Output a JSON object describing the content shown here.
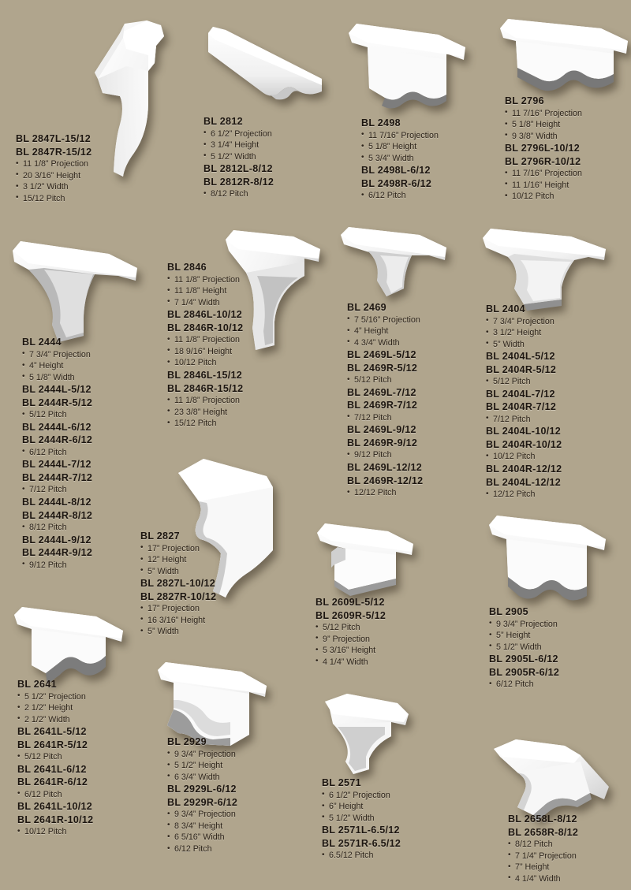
{
  "page": {
    "background_color": "#b0a58d",
    "text_color": "#231a12",
    "title": "Moulded Brackets Catalog Page"
  },
  "products": [
    {
      "id": "bl-2847",
      "lines": [
        {
          "type": "model",
          "text": "BL 2847L-15/12"
        },
        {
          "type": "model",
          "text": "BL 2847R-15/12"
        },
        {
          "type": "spec",
          "text": "11 1/8” Projection"
        },
        {
          "type": "spec",
          "text": "20 3/16” Height"
        },
        {
          "type": "spec",
          "text": "3 1/2” Width"
        },
        {
          "type": "spec",
          "text": "15/12 Pitch"
        }
      ]
    },
    {
      "id": "bl-2812",
      "lines": [
        {
          "type": "model",
          "text": "BL 2812"
        },
        {
          "type": "spec",
          "text": "6 1/2” Projection"
        },
        {
          "type": "spec",
          "text": "3 1/4” Height"
        },
        {
          "type": "spec",
          "text": "5 1/2” Width"
        },
        {
          "type": "model",
          "text": "BL 2812L-8/12"
        },
        {
          "type": "model",
          "text": "BL 2812R-8/12"
        },
        {
          "type": "spec",
          "text": "8/12 Pitch"
        }
      ]
    },
    {
      "id": "bl-2498",
      "lines": [
        {
          "type": "model",
          "text": "BL 2498"
        },
        {
          "type": "spec",
          "text": "11 7/16” Projection"
        },
        {
          "type": "spec",
          "text": "5 1/8” Height"
        },
        {
          "type": "spec",
          "text": "5 3/4” Width"
        },
        {
          "type": "model",
          "text": "BL 2498L-6/12"
        },
        {
          "type": "model",
          "text": "BL 2498R-6/12"
        },
        {
          "type": "spec",
          "text": "6/12 Pitch"
        }
      ]
    },
    {
      "id": "bl-2796",
      "lines": [
        {
          "type": "model",
          "text": "BL 2796"
        },
        {
          "type": "spec",
          "text": "11 7/16” Projection"
        },
        {
          "type": "spec",
          "text": "5 1/8” Height"
        },
        {
          "type": "spec",
          "text": "9 3/8” Width"
        },
        {
          "type": "model",
          "text": "BL 2796L-10/12"
        },
        {
          "type": "model",
          "text": "BL 2796R-10/12"
        },
        {
          "type": "spec",
          "text": "11 7/16” Projection"
        },
        {
          "type": "spec",
          "text": "11 1/16” Height"
        },
        {
          "type": "spec",
          "text": "10/12 Pitch"
        }
      ]
    },
    {
      "id": "bl-2444",
      "lines": [
        {
          "type": "model",
          "text": "BL 2444"
        },
        {
          "type": "spec",
          "text": "7 3/4” Projection"
        },
        {
          "type": "spec",
          "text": "4” Height"
        },
        {
          "type": "spec",
          "text": "5 1/8” Width"
        },
        {
          "type": "model",
          "text": "BL 2444L-5/12"
        },
        {
          "type": "model",
          "text": "BL 2444R-5/12"
        },
        {
          "type": "spec",
          "text": "5/12 Pitch"
        },
        {
          "type": "model",
          "text": "BL 2444L-6/12"
        },
        {
          "type": "model",
          "text": "BL 2444R-6/12"
        },
        {
          "type": "spec",
          "text": "6/12 Pitch"
        },
        {
          "type": "model",
          "text": "BL 2444L-7/12"
        },
        {
          "type": "model",
          "text": "BL 2444R-7/12"
        },
        {
          "type": "spec",
          "text": "7/12 Pitch"
        },
        {
          "type": "model",
          "text": "BL 2444L-8/12"
        },
        {
          "type": "model",
          "text": "BL 2444R-8/12"
        },
        {
          "type": "spec",
          "text": "8/12 Pitch"
        },
        {
          "type": "model",
          "text": "BL 2444L-9/12"
        },
        {
          "type": "model",
          "text": "BL 2444R-9/12"
        },
        {
          "type": "spec",
          "text": "9/12 Pitch"
        }
      ]
    },
    {
      "id": "bl-2846",
      "lines": [
        {
          "type": "model",
          "text": "BL 2846"
        },
        {
          "type": "spec",
          "text": "11 1/8” Projection"
        },
        {
          "type": "spec",
          "text": "11 1/8” Height"
        },
        {
          "type": "spec",
          "text": "7 1/4” Width"
        },
        {
          "type": "model",
          "text": "BL 2846L-10/12"
        },
        {
          "type": "model",
          "text": "BL 2846R-10/12"
        },
        {
          "type": "spec",
          "text": "11 1/8” Projection"
        },
        {
          "type": "spec",
          "text": "18 9/16” Height"
        },
        {
          "type": "spec",
          "text": "10/12 Pitch"
        },
        {
          "type": "model",
          "text": "BL 2846L-15/12"
        },
        {
          "type": "model",
          "text": "BL 2846R-15/12"
        },
        {
          "type": "spec",
          "text": "11 1/8” Projection"
        },
        {
          "type": "spec",
          "text": "23 3/8” Height"
        },
        {
          "type": "spec",
          "text": "15/12 Pitch"
        }
      ]
    },
    {
      "id": "bl-2469",
      "lines": [
        {
          "type": "model",
          "text": "BL 2469"
        },
        {
          "type": "spec",
          "text": "7 5/16” Projection"
        },
        {
          "type": "spec",
          "text": "4” Height"
        },
        {
          "type": "spec",
          "text": "4 3/4” Width"
        },
        {
          "type": "model",
          "text": "BL 2469L-5/12"
        },
        {
          "type": "model",
          "text": "BL 2469R-5/12"
        },
        {
          "type": "spec",
          "text": "5/12 Pitch"
        },
        {
          "type": "model",
          "text": "BL 2469L-7/12"
        },
        {
          "type": "model",
          "text": "BL 2469R-7/12"
        },
        {
          "type": "spec",
          "text": "7/12 Pitch"
        },
        {
          "type": "model",
          "text": "BL 2469L-9/12"
        },
        {
          "type": "model",
          "text": "BL 2469R-9/12"
        },
        {
          "type": "spec",
          "text": "9/12 Pitch"
        },
        {
          "type": "model",
          "text": "BL 2469L-12/12"
        },
        {
          "type": "model",
          "text": "BL 2469R-12/12"
        },
        {
          "type": "spec",
          "text": "12/12 Pitch"
        }
      ]
    },
    {
      "id": "bl-2404",
      "lines": [
        {
          "type": "model",
          "text": "BL 2404"
        },
        {
          "type": "spec",
          "text": "7 3/4” Projection"
        },
        {
          "type": "spec",
          "text": "3 1/2” Height"
        },
        {
          "type": "spec",
          "text": "5” Width"
        },
        {
          "type": "model",
          "text": "BL 2404L-5/12"
        },
        {
          "type": "model",
          "text": "BL 2404R-5/12"
        },
        {
          "type": "spec",
          "text": "5/12 Pitch"
        },
        {
          "type": "model",
          "text": "BL 2404L-7/12"
        },
        {
          "type": "model",
          "text": "BL 2404R-7/12"
        },
        {
          "type": "spec",
          "text": "7/12 Pitch"
        },
        {
          "type": "model",
          "text": "BL 2404L-10/12"
        },
        {
          "type": "model",
          "text": "BL 2404R-10/12"
        },
        {
          "type": "spec",
          "text": "10/12 Pitch"
        },
        {
          "type": "model",
          "text": "BL 2404R-12/12"
        },
        {
          "type": "model",
          "text": "BL 2404L-12/12"
        },
        {
          "type": "spec",
          "text": "12/12 Pitch"
        }
      ]
    },
    {
      "id": "bl-2827",
      "lines": [
        {
          "type": "model",
          "text": "BL 2827"
        },
        {
          "type": "spec",
          "text": "17” Projection"
        },
        {
          "type": "spec",
          "text": "12” Height"
        },
        {
          "type": "spec",
          "text": "5” Width"
        },
        {
          "type": "model",
          "text": "BL 2827L-10/12"
        },
        {
          "type": "model",
          "text": "BL 2827R-10/12"
        },
        {
          "type": "spec",
          "text": "17” Projection"
        },
        {
          "type": "spec",
          "text": "16 3/16” Height"
        },
        {
          "type": "spec",
          "text": "5” Width"
        }
      ]
    },
    {
      "id": "bl-2609",
      "lines": [
        {
          "type": "model",
          "text": "BL 2609L-5/12"
        },
        {
          "type": "model",
          "text": "BL 2609R-5/12"
        },
        {
          "type": "spec",
          "text": "5/12 Pitch"
        },
        {
          "type": "spec",
          "text": "9” Projection"
        },
        {
          "type": "spec",
          "text": "5 3/16” Height"
        },
        {
          "type": "spec",
          "text": "4 1/4” Width"
        }
      ]
    },
    {
      "id": "bl-2905",
      "lines": [
        {
          "type": "model",
          "text": "BL 2905"
        },
        {
          "type": "spec",
          "text": "9 3/4” Projection"
        },
        {
          "type": "spec",
          "text": "5” Height"
        },
        {
          "type": "spec",
          "text": "5 1/2” Width"
        },
        {
          "type": "model",
          "text": "BL 2905L-6/12"
        },
        {
          "type": "model",
          "text": "BL 2905R-6/12"
        },
        {
          "type": "spec",
          "text": "6/12 Pitch"
        }
      ]
    },
    {
      "id": "bl-2641",
      "lines": [
        {
          "type": "model",
          "text": "BL 2641"
        },
        {
          "type": "spec",
          "text": "5 1/2” Projection"
        },
        {
          "type": "spec",
          "text": "2 1/2” Height"
        },
        {
          "type": "spec",
          "text": "2 1/2” Width"
        },
        {
          "type": "model",
          "text": "BL 2641L-5/12"
        },
        {
          "type": "model",
          "text": "BL 2641R-5/12"
        },
        {
          "type": "spec",
          "text": "5/12 Pitch"
        },
        {
          "type": "model",
          "text": "BL 2641L-6/12"
        },
        {
          "type": "model",
          "text": "BL 2641R-6/12"
        },
        {
          "type": "spec",
          "text": "6/12 Pitch"
        },
        {
          "type": "model",
          "text": "BL 2641L-10/12"
        },
        {
          "type": "model",
          "text": "BL 2641R-10/12"
        },
        {
          "type": "spec",
          "text": "10/12 Pitch"
        }
      ]
    },
    {
      "id": "bl-2929",
      "lines": [
        {
          "type": "model",
          "text": "BL 2929"
        },
        {
          "type": "spec",
          "text": "9 3/4” Projection"
        },
        {
          "type": "spec",
          "text": "5 1/2” Height"
        },
        {
          "type": "spec",
          "text": "6 3/4” Width"
        },
        {
          "type": "model",
          "text": "BL 2929L-6/12"
        },
        {
          "type": "model",
          "text": "BL 2929R-6/12"
        },
        {
          "type": "spec",
          "text": "9 3/4” Projection"
        },
        {
          "type": "spec",
          "text": "8 3/4” Height"
        },
        {
          "type": "spec",
          "text": "6 5/16” Width"
        },
        {
          "type": "spec",
          "text": "6/12 Pitch"
        }
      ]
    },
    {
      "id": "bl-2571",
      "lines": [
        {
          "type": "model",
          "text": "BL 2571"
        },
        {
          "type": "spec",
          "text": "6 1/2” Projection"
        },
        {
          "type": "spec",
          "text": "6” Height"
        },
        {
          "type": "spec",
          "text": "5 1/2” Width"
        },
        {
          "type": "model",
          "text": "BL 2571L-6.5/12"
        },
        {
          "type": "model",
          "text": "BL 2571R-6.5/12"
        },
        {
          "type": "spec",
          "text": "6.5/12 Pitch"
        }
      ]
    },
    {
      "id": "bl-2658",
      "lines": [
        {
          "type": "model",
          "text": "BL 2658L-8/12"
        },
        {
          "type": "model",
          "text": "BL 2658R-8/12"
        },
        {
          "type": "spec",
          "text": "8/12 Pitch"
        },
        {
          "type": "spec",
          "text": "7 1/4” Projection"
        },
        {
          "type": "spec",
          "text": "7” Height"
        },
        {
          "type": "spec",
          "text": "4 1/4” Width"
        }
      ]
    }
  ]
}
